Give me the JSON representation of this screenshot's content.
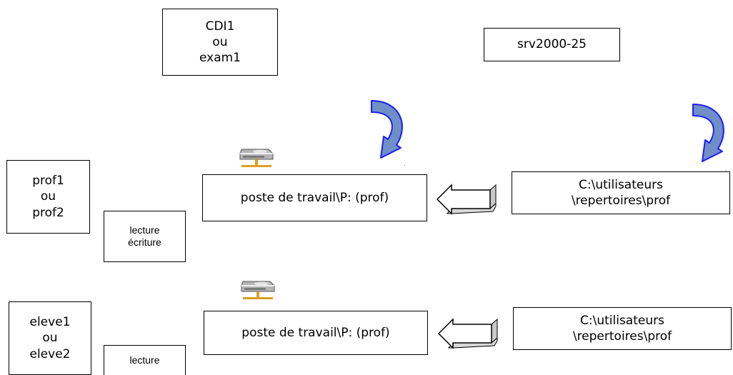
{
  "group_box": {
    "lines": [
      "CDI1",
      "ou",
      "exam1"
    ]
  },
  "server_box": {
    "label": "srv2000-25"
  },
  "prof_user_box": {
    "lines": [
      "prof1",
      "ou",
      "prof2"
    ]
  },
  "prof_rights_box": {
    "lines": [
      "lecture",
      "écriture"
    ]
  },
  "prof_drive_box": {
    "label": "poste de travail\\P: (prof)"
  },
  "prof_path_box": {
    "lines": [
      "C:\\utilisateurs",
      "\\repertoires\\prof"
    ]
  },
  "eleve_user_box": {
    "lines": [
      "eleve1",
      "ou",
      "eleve2"
    ]
  },
  "eleve_rights_box": {
    "lines": [
      "lecture"
    ]
  },
  "eleve_drive_box": {
    "label": "poste de travail\\P: (prof)"
  },
  "eleve_path_box": {
    "lines": [
      "C:\\utilisateurs",
      "\\repertoires\\prof"
    ]
  },
  "colors": {
    "curved_arrow_fill": "#6f8fc6",
    "curved_arrow_stroke": "#1c1cff",
    "block_arrow_fill": "#ffffff",
    "block_arrow_side": "#c8c8c8",
    "drive_body": "#b5b5b5",
    "drive_network": "#d9a020"
  },
  "icons": [
    "network-drive-icon",
    "curved-arrow",
    "block-arrow-left"
  ]
}
